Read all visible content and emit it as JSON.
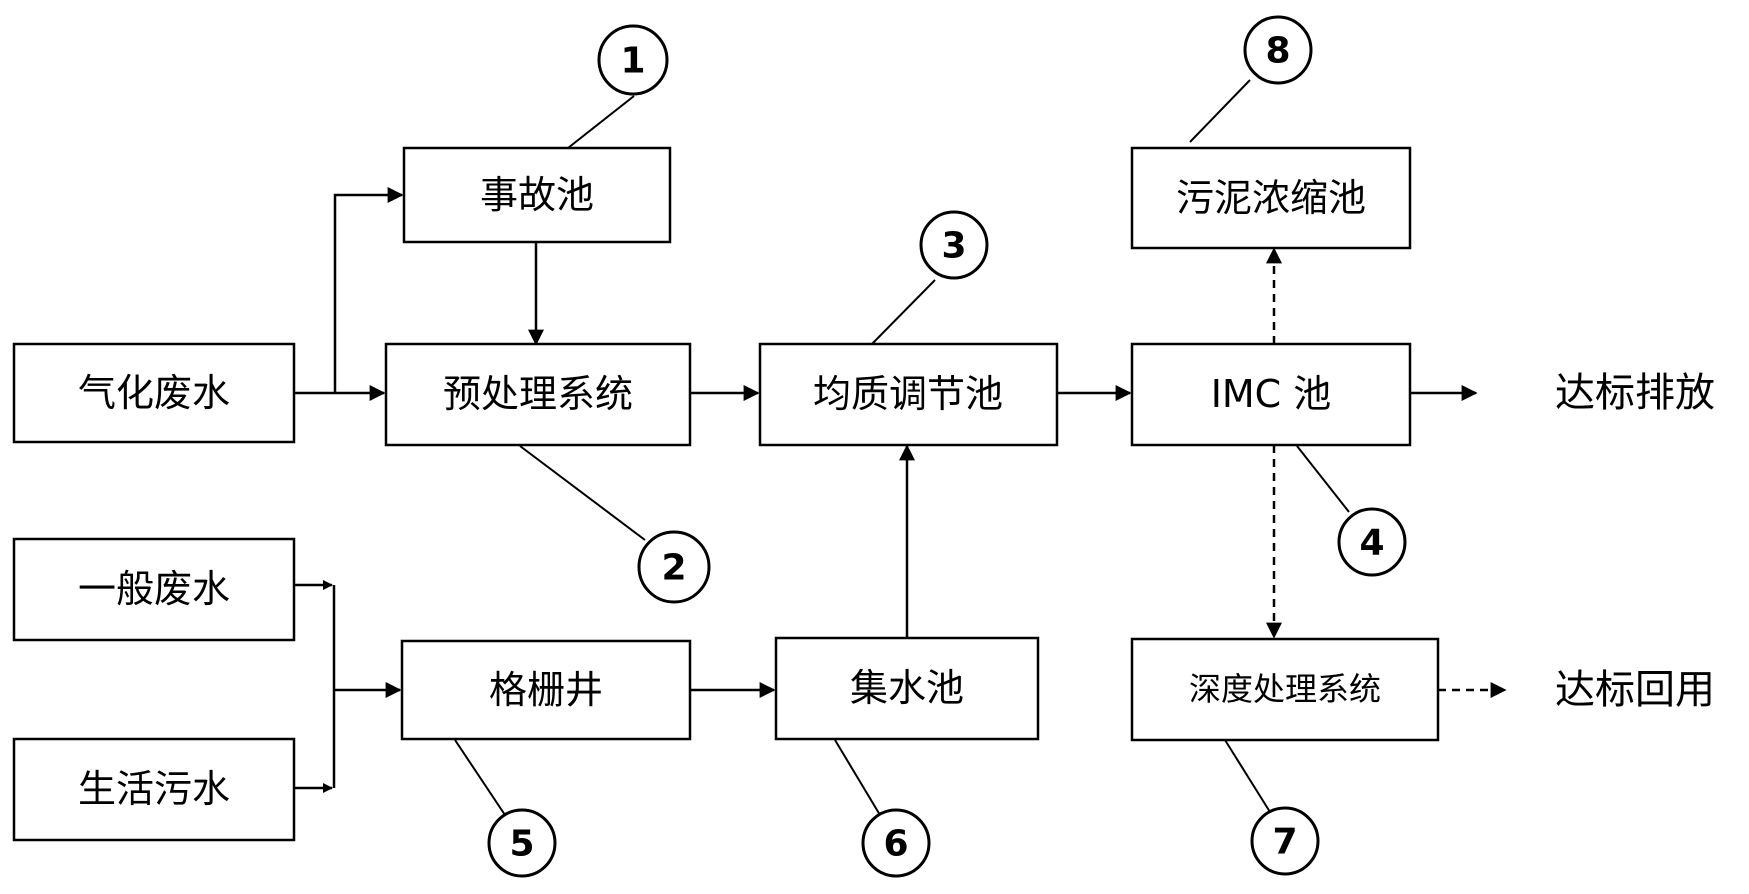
{
  "nodes": {
    "gasification_wastewater": "气化废水",
    "accident_pool": "事故池",
    "pretreatment_system": "预处理系统",
    "equalization_tank": "均质调节池",
    "imc_tank": "IMC 池",
    "sludge_thickener": "污泥浓缩池",
    "general_wastewater": "一般废水",
    "domestic_sewage": "生活污水",
    "grille_well": "格栅井",
    "collection_pool": "集水池",
    "advanced_treatment_system": "深度处理系统"
  },
  "outputs": {
    "discharge": "达标排放",
    "reuse": "达标回用"
  },
  "callouts": [
    "1",
    "2",
    "3",
    "4",
    "5",
    "6",
    "7",
    "8"
  ]
}
